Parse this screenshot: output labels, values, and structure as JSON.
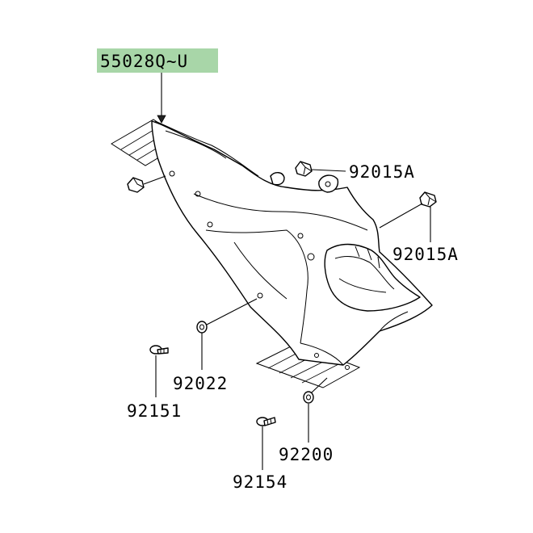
{
  "colors": {
    "highlight": "#a8d6a8",
    "line": "#000000",
    "background": "#ffffff"
  },
  "labels": {
    "main_part": "55028Q~U",
    "bolt_upper_1": "92015A",
    "bolt_upper_2": "92015A",
    "washer_left": "92022",
    "screw_left": "92151",
    "washer_bottom": "92200",
    "screw_bottom": "92154"
  }
}
